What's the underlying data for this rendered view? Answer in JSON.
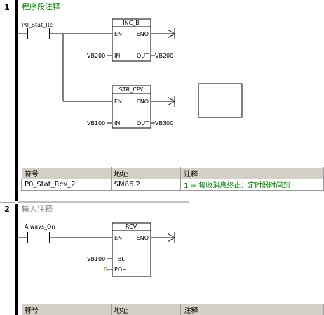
{
  "networks": [
    {
      "number": "1",
      "comment": "程序段注释",
      "contact_label": "P0_Stat_Rc~",
      "box1": {
        "title": "INC_B",
        "en": "EN",
        "eno": "ENO",
        "in_pin": "IN",
        "out_pin": "OUT",
        "in_operand": "VB200",
        "out_operand": "VB200"
      },
      "box2": {
        "title": "STR_CPY",
        "en": "EN",
        "eno": "ENO",
        "in_pin": "IN",
        "out_pin": "OUT",
        "in_operand": "VB100",
        "out_operand": "VB300"
      },
      "symbols": {
        "headers": [
          "符号",
          "地址",
          "注释"
        ],
        "rows": [
          [
            "P0_Stat_Rcv_2",
            "SM86.2",
            "1 = 接收消息终止：定时器时间到"
          ]
        ]
      }
    },
    {
      "number": "2",
      "comment": "输入注释",
      "contact_label": "Always_On",
      "box1": {
        "title": "RCV",
        "en": "EN",
        "eno": "ENO",
        "tbl_pin": "TBL",
        "port_pin": "PO~",
        "tbl_operand": "VB100",
        "port_operand": "0"
      },
      "symbols": {
        "headers": [
          "符号",
          "地址",
          "注释"
        ]
      }
    }
  ],
  "colors": {
    "comment_green": "#008000",
    "comment_gray": "#808080",
    "table_header": "#d4d0c8",
    "rail": "#000000"
  }
}
